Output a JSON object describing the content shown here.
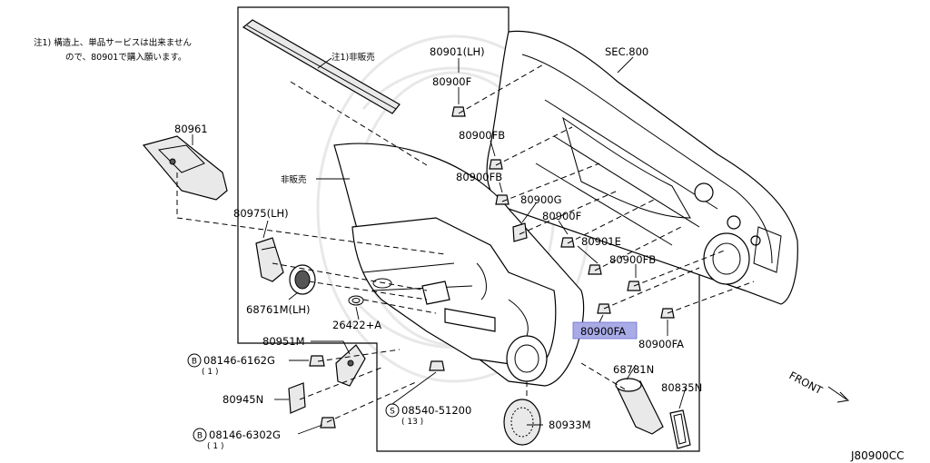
{
  "note": {
    "line1": "注1) 構造上、単品サービスは出来ません",
    "line2": "ので、80901で購入願います。"
  },
  "labels": {
    "p80961": "80961",
    "sec800": "SEC.800",
    "p80901lh": "80901(LH)",
    "p80900f_top": "80900F",
    "note1_nonsale": "注1)非販売",
    "p80900fb_1": "80900FB",
    "nonsale": "非販売",
    "p80900fb_2": "80900FB",
    "p80900g": "80900G",
    "p80975lh": "80975(LH)",
    "p80900f_mid": "80900F",
    "p80901e": "80901E",
    "p80900fb_3": "80900FB",
    "p68761mlh": "68761M(LH)",
    "p26422a": "26422+A",
    "p80900fa_hl": "80900FA",
    "p80900fa": "80900FA",
    "p80951m": "80951M",
    "bolt1": "08146-6162G",
    "bolt1_qty": "( 1 )",
    "p68781n": "68781N",
    "front": "FRONT",
    "p80945n": "80945N",
    "p80835n": "80835N",
    "screw": "08540-51200",
    "screw_qty": "( 13 )",
    "p80933m": "80933M",
    "bolt2": "08146-6302G",
    "bolt2_qty": "( 1 )",
    "diagram_code": "J80900CC"
  },
  "symbols": {
    "bolt_mark": "B",
    "screw_mark": "S"
  },
  "colors": {
    "highlight": "#a9abe6",
    "line": "#000000"
  }
}
